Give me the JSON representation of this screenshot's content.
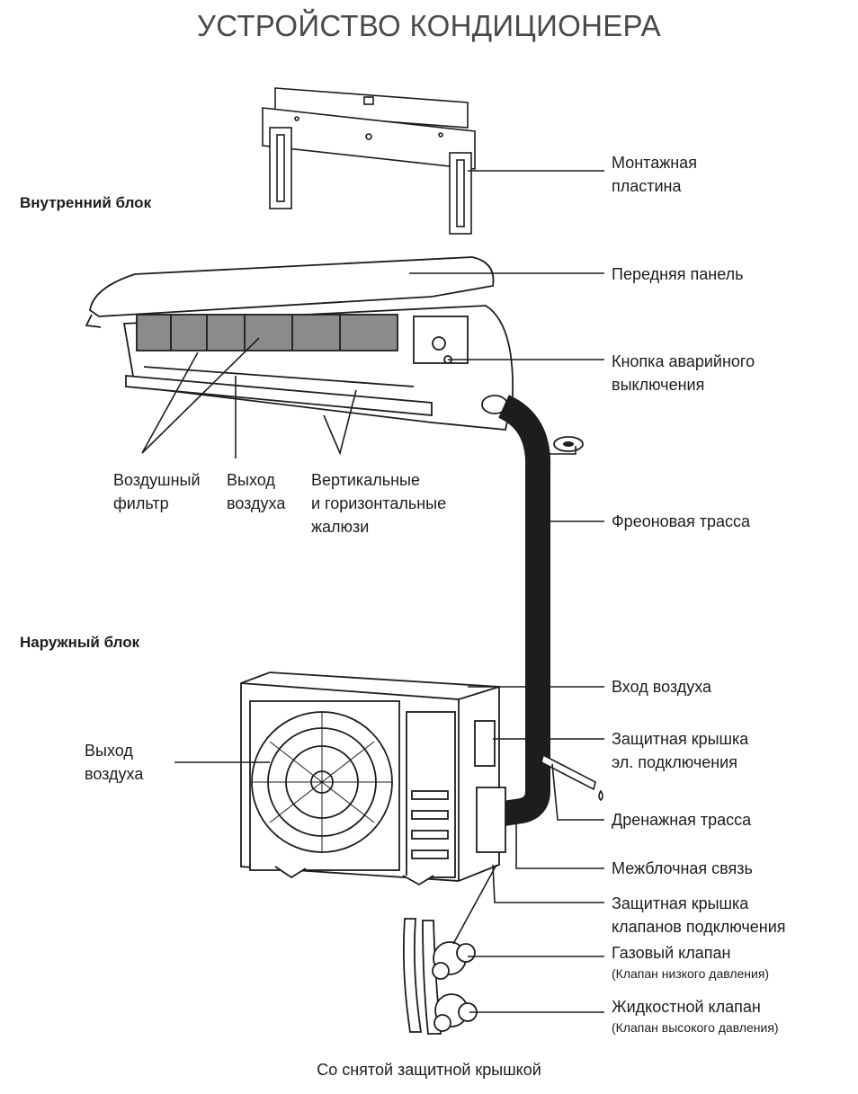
{
  "title": "УСТРОЙСТВО КОНДИЦИОНЕРА",
  "sections": {
    "indoor": "Внутренний блок",
    "outdoor": "Наружный блок"
  },
  "labels": {
    "mounting_plate": [
      "Монтажная",
      "пластина"
    ],
    "front_panel": "Передняя панель",
    "emergency_button": [
      "Кнопка аварийного",
      "выключения"
    ],
    "air_filter": [
      "Воздушный",
      "фильтр"
    ],
    "indoor_air_outlet": [
      "Выход",
      "воздуха"
    ],
    "louvers": [
      "Вертикальные",
      "и горизонтальные",
      "жалюзи"
    ],
    "freon_line": "Фреоновая трасса",
    "air_inlet": "Вход воздуха",
    "outdoor_air_outlet": [
      "Выход",
      "воздуха"
    ],
    "electrical_cover": [
      "Защитная крышка",
      "эл. подключения"
    ],
    "drain_line": "Дренажная трасса",
    "interconnect": "Межблочная связь",
    "valve_cover": [
      "Защитная крышка",
      "клапанов подключения"
    ],
    "gas_valve": "Газовый клапан",
    "gas_valve_note": "(Клапан низкого давления)",
    "liquid_valve": "Жидкостной клапан",
    "liquid_valve_note": "(Клапан высокого давления)"
  },
  "caption": "Со снятой защитной крышкой"
}
